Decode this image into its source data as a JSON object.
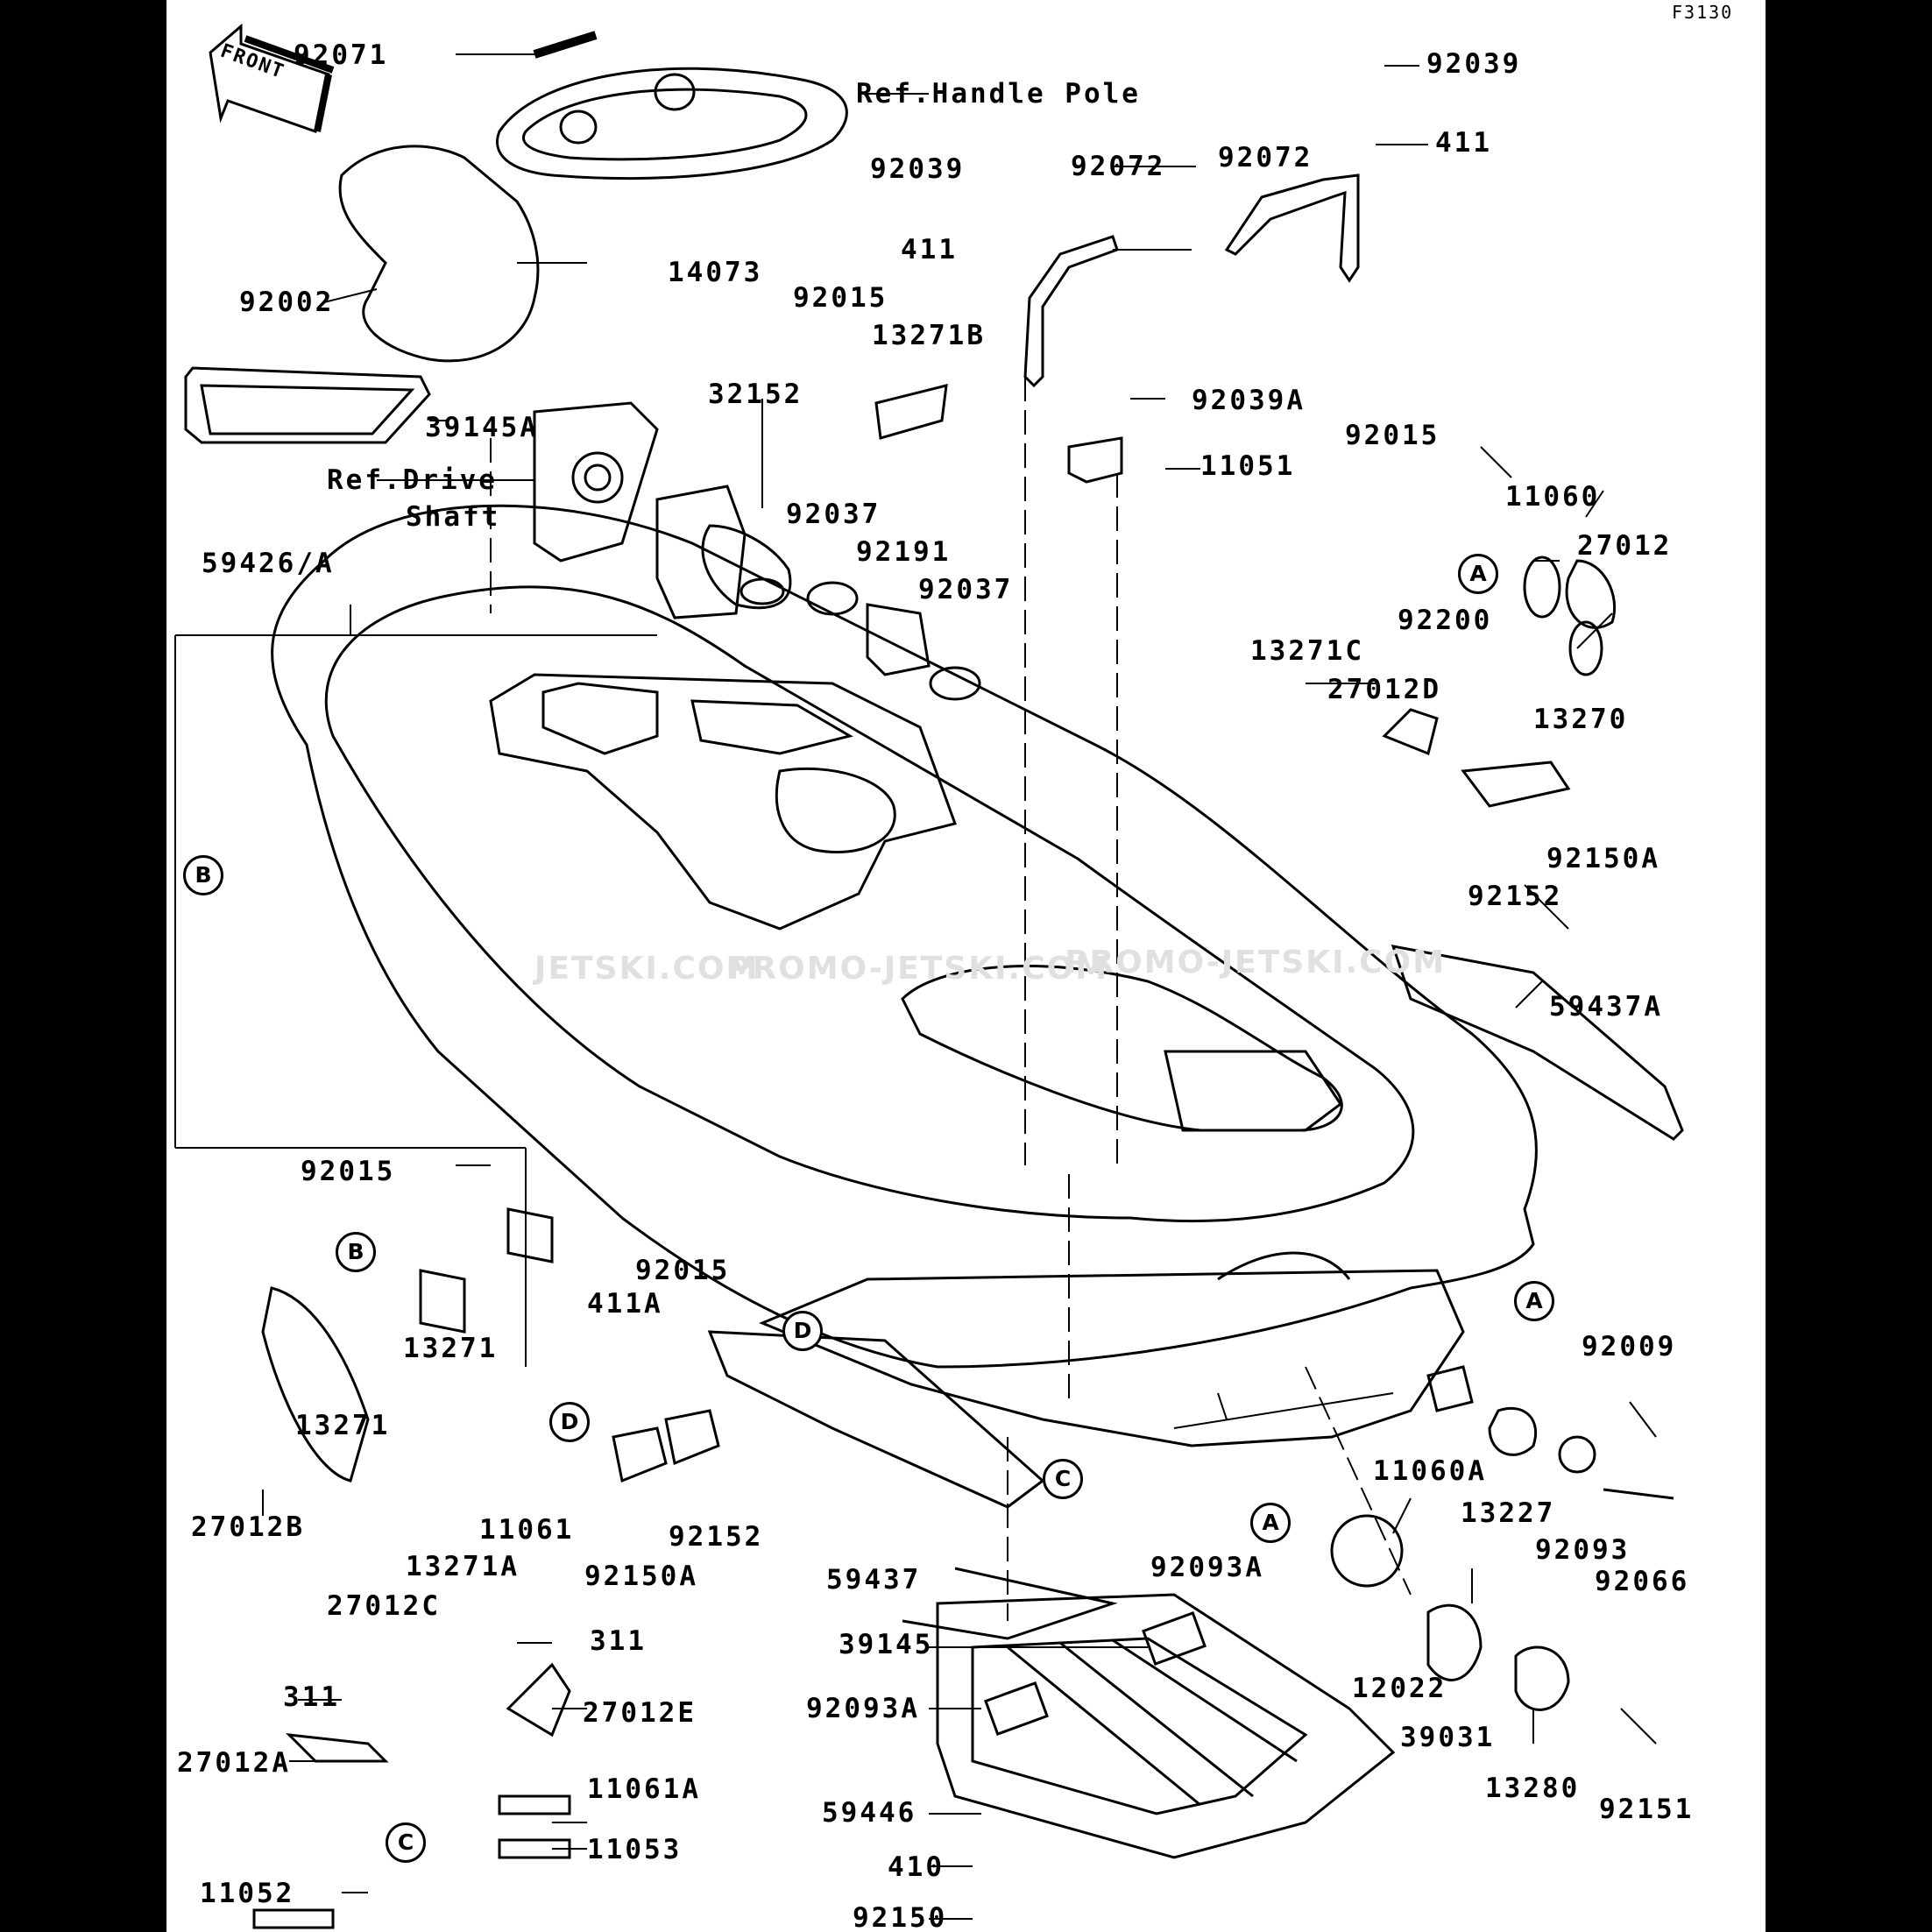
{
  "diagram": {
    "code": "F3130",
    "front_arrow_text": "FRONT",
    "refs": {
      "handle_pole": "Ref.Handle Pole",
      "drive_shaft_1": "Ref.Drive",
      "drive_shaft_2": "Shaft"
    },
    "watermarks": [
      "JETSKI.COM",
      "PROMO-JETSKI.COM",
      "PROMO-JETSKI.COM"
    ],
    "markers": {
      "a": "A",
      "b": "B",
      "c": "C",
      "d": "D"
    },
    "parts": {
      "p92071": "92071",
      "p14073": "14073",
      "p92002": "92002",
      "p39145A": "39145A",
      "p32152": "32152",
      "p92015_a": "92015",
      "p13271B": "13271B",
      "p92037_a": "92037",
      "p92191": "92191",
      "p92037_b": "92037",
      "p59426A": "59426/A",
      "p92039_a": "92039",
      "p411_a": "411",
      "p92072_a": "92072",
      "p92039_b": "92039",
      "p411_b": "411",
      "p92072_b": "92072",
      "p92039A": "92039A",
      "p11051": "11051",
      "p92015_b": "92015",
      "p11060": "11060",
      "p27012": "27012",
      "p92200": "92200",
      "p13270": "13270",
      "p13271C": "13271C",
      "p27012D": "27012D",
      "p92150A_a": "92150A",
      "p92152_a": "92152",
      "p59437A": "59437A",
      "p92015_c": "92015",
      "p13271_a": "13271",
      "p13271_b": "13271",
      "p27012B": "27012B",
      "p92015_d": "92015",
      "p411A": "411A",
      "p11061": "11061",
      "p13271A": "13271A",
      "p27012C": "27012C",
      "p92150A_b": "92150A",
      "p92152_b": "92152",
      "p59437": "59437",
      "p11060A": "11060A",
      "p92009": "92009",
      "p13227": "13227",
      "p92093": "92093",
      "p92066": "92066",
      "p92093A_a": "92093A",
      "p39145": "39145",
      "p92093A_b": "92093A",
      "p12022": "12022",
      "p39031": "39031",
      "p59446": "59446",
      "p13280": "13280",
      "p92151": "92151",
      "p410": "410",
      "p92150": "92150",
      "p311_a": "311",
      "p27012E": "27012E",
      "p311_b": "311",
      "p27012A": "27012A",
      "p11061A": "11061A",
      "p11053": "11053",
      "p11052": "11052"
    }
  }
}
